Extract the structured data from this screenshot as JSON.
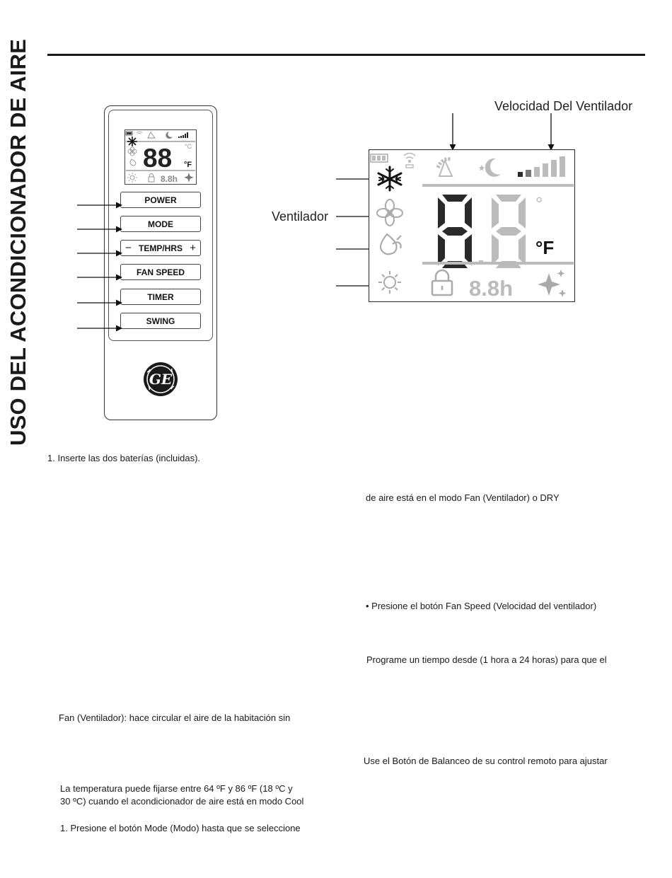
{
  "page": {
    "side_title": "USO DEL ACONDICIONADOR DE AIRE"
  },
  "remote": {
    "buttons": {
      "power": "POWER",
      "mode": "MODE",
      "temp_minus": "−",
      "temp": "TEMP/HRS",
      "temp_plus": "+",
      "fan_speed": "FAN SPEED",
      "timer": "TIMER",
      "swing": "SWING"
    },
    "logo_text": "GE",
    "mini_display": {
      "digits": "88",
      "unit": "°F",
      "celsius": "°C",
      "timer": "8.8h"
    }
  },
  "display": {
    "callouts": {
      "fan_speed": "Velocidad Del Ventilador",
      "fan": "Ventilador"
    },
    "digits": "88",
    "degree": "°",
    "unit": "°F",
    "timer": "8.8h"
  },
  "icons": {
    "mini_display": [
      "battery-icon",
      "signal-icon",
      "swing-icon",
      "moon-icon",
      "fan-speed-bars-icon",
      "snowflake-icon",
      "fan-icon",
      "dry-icon",
      "sun-icon",
      "lock-icon",
      "sparkle-icon"
    ],
    "display": [
      "battery-icon",
      "signal-icon",
      "swing-icon",
      "moon-icon",
      "fan-speed-bars-icon",
      "snowflake-icon",
      "fan-icon",
      "dry-icon",
      "sun-icon",
      "lock-icon",
      "sparkle-icon"
    ]
  },
  "colors": {
    "text": "#1a1a1a",
    "lcd_gray": "#b8b8b8",
    "lcd_dark": "#2a2a2a"
  },
  "body_text": {
    "left": [
      "1. Inserte las dos baterías (incluidas).",
      "Fan (Ventilador): hace circular el aire de la habitación sin",
      "La temperatura puede fijarse entre 64 ºF y 86 ºF (18 ºC y",
      "30 ºC) cuando el acondicionador de aire está en modo Cool",
      "1. Presione el botón Mode (Modo) hasta que se seleccione"
    ],
    "right": [
      "de aire está en el modo Fan (Ventilador) o DRY",
      "• Presione el botón Fan Speed (Velocidad del ventilador)",
      "Programe un tiempo desde (1 hora a 24 horas) para que el",
      "Use el Botón de Balanceo de su control remoto para ajustar"
    ]
  }
}
